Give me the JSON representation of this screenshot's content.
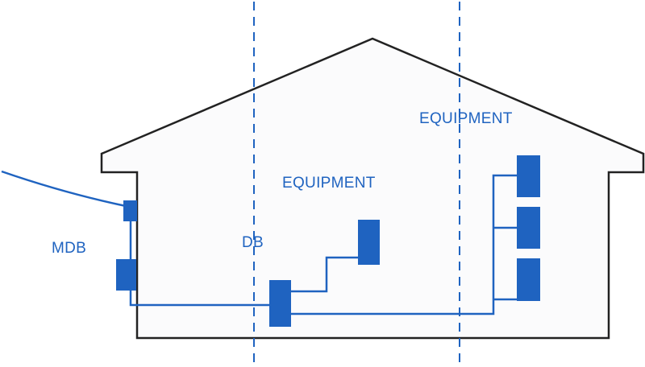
{
  "labels": {
    "mdb": "MDB",
    "db": "DB",
    "equipment_center": "EQUIPMENT",
    "equipment_right": "EQUIPMENT"
  },
  "colors": {
    "accent": "#1f63c0",
    "house_outline": "#222222",
    "house_fill": "#fbfbfc",
    "background": "#ffffff"
  }
}
